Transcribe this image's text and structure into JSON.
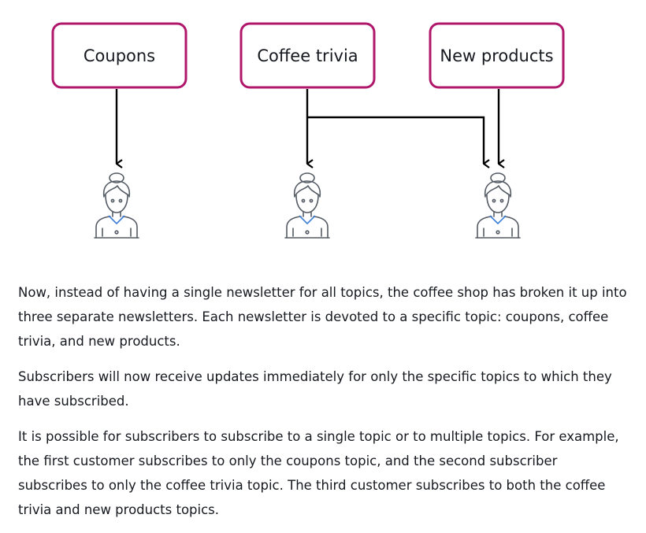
{
  "diagram": {
    "topics": [
      {
        "id": "coupons",
        "label": "Coupons"
      },
      {
        "id": "coffee-trivia",
        "label": "Coffee trivia"
      },
      {
        "id": "new-products",
        "label": "New products"
      }
    ],
    "subscribers": [
      {
        "id": "customer-1",
        "topics": [
          "coupons"
        ]
      },
      {
        "id": "customer-2",
        "topics": [
          "coffee-trivia"
        ]
      },
      {
        "id": "customer-3",
        "topics": [
          "coffee-trivia",
          "new-products"
        ]
      }
    ],
    "colors": {
      "box_border": "#b0176b",
      "arrow": "#000000",
      "person_line": "#545b64",
      "person_collar": "#3f7fd8"
    },
    "icons": {
      "subscriber": "person-icon"
    }
  },
  "paragraphs": [
    "Now, instead of having a single newsletter for all topics, the coffee shop has broken it up into three separate newsletters. Each newsletter is devoted to a specific topic: coupons, coffee trivia, and new products.",
    "Subscribers will now receive updates immediately for only the specific topics to which they have subscribed.",
    "It is possible for subscribers to subscribe to a single topic or to multiple topics. For example, the first customer subscribes to only the coupons topic, and the second subscriber subscribes to only the coffee trivia topic. The third customer subscribes to both the coffee trivia and new products topics."
  ]
}
